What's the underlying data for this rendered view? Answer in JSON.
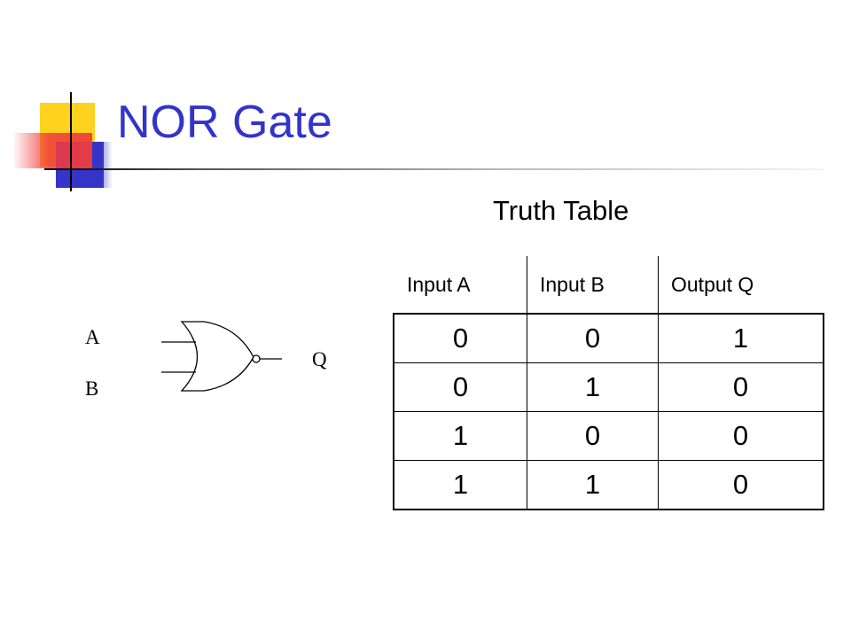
{
  "slide": {
    "title": "NOR Gate",
    "subtitle": "Truth Table",
    "title_color": "#3333cc",
    "ornament_colors": [
      "#ffd21f",
      "#3434c8",
      "#ee3b3b"
    ]
  },
  "gate": {
    "type": "NOR",
    "input_a_label": "A",
    "input_b_label": "B",
    "output_label": "Q"
  },
  "truth_table": {
    "headers": [
      "Input A",
      "Input B",
      "Output Q"
    ],
    "rows": [
      [
        "0",
        "0",
        "1"
      ],
      [
        "0",
        "1",
        "0"
      ],
      [
        "1",
        "0",
        "0"
      ],
      [
        "1",
        "1",
        "0"
      ]
    ]
  }
}
